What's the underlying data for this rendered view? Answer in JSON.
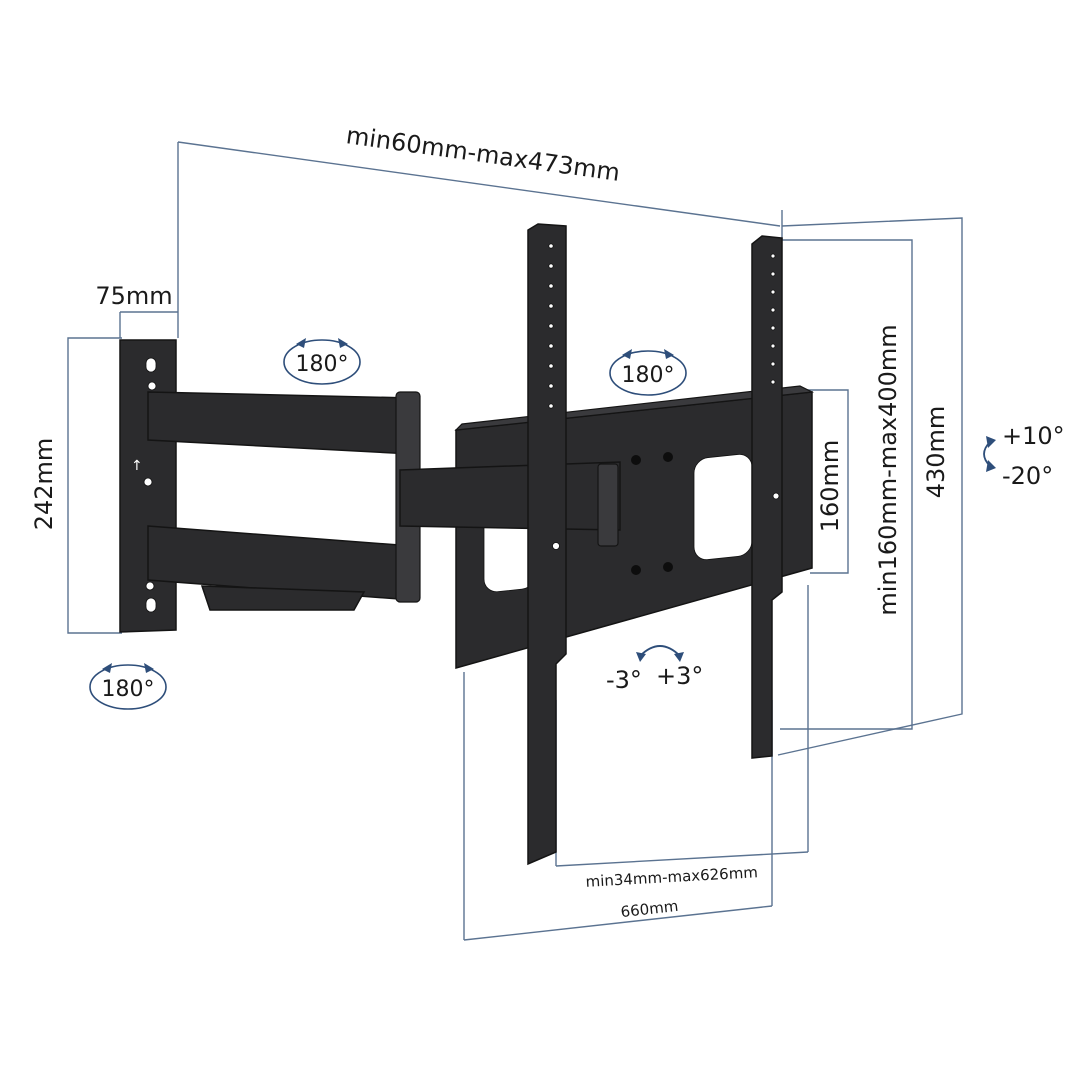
{
  "labels": {
    "width_range": "min60mm-max473mm",
    "plate_width": "75mm",
    "plate_height": "242mm",
    "rot_arm_1": "180°",
    "rot_arm_2": "180°",
    "rot_wall": "180°",
    "inner_height": "160mm",
    "vesa_vertical": "min160mm-max400mm",
    "total_height": "430mm",
    "tilt_up": "+10°",
    "tilt_down": "-20°",
    "level_minus": "-3°",
    "level_plus": "+3°",
    "vesa_horizontal": "min34mm-max626mm",
    "total_width": "660mm"
  }
}
